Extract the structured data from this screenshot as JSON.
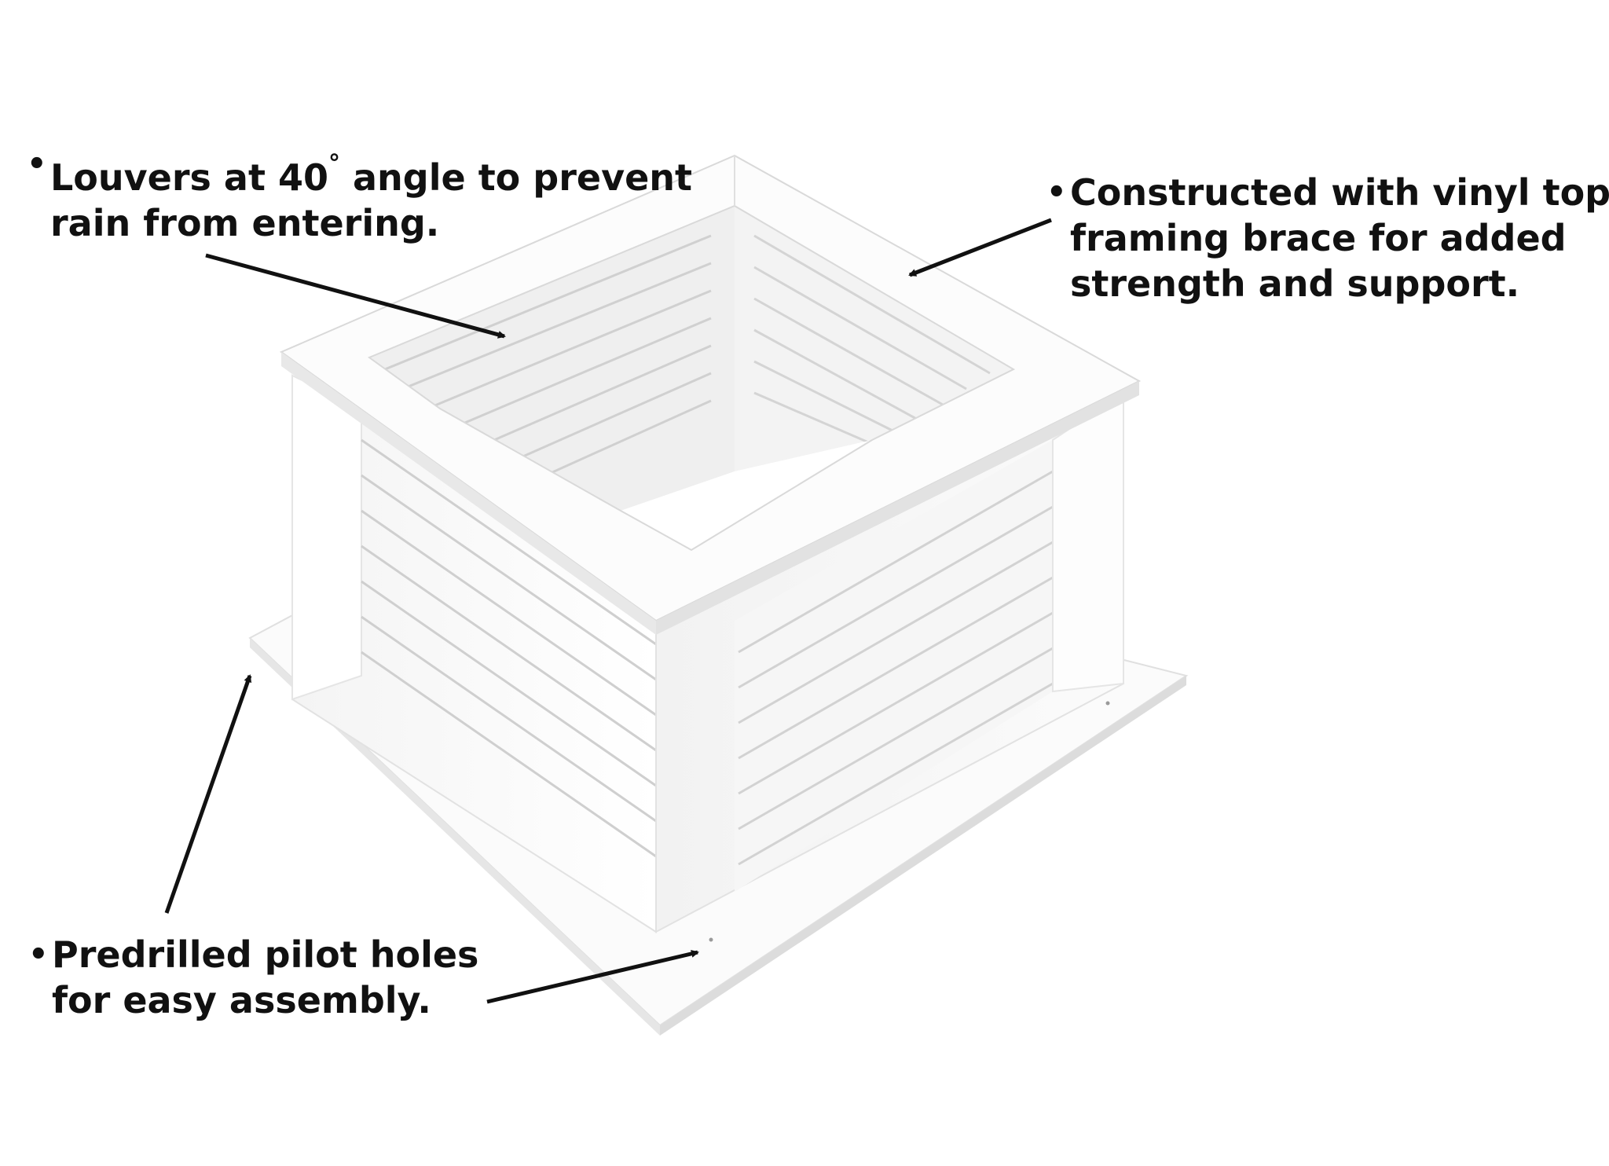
{
  "callouts": {
    "louvers": {
      "bullet": "•",
      "line1_pre": "Louvers at 40",
      "line1_deg": "°",
      "line1_post": " angle to prevent",
      "line2": "rain from entering."
    },
    "brace": {
      "bullet": "•",
      "line1": "Constructed with vinyl top",
      "line2": "framing brace for added",
      "line3": "strength and support."
    },
    "pilot_holes": {
      "bullet": "•",
      "line1": "Predrilled pilot holes",
      "line2": "for easy assembly."
    }
  },
  "colors": {
    "background": "#ffffff",
    "text": "#111111",
    "vinyl_white": "#f7f7f7",
    "shadow": "#d9d9d9",
    "arrow": "#111111"
  },
  "icons": {
    "product": "cupola-base-louvered-box"
  }
}
